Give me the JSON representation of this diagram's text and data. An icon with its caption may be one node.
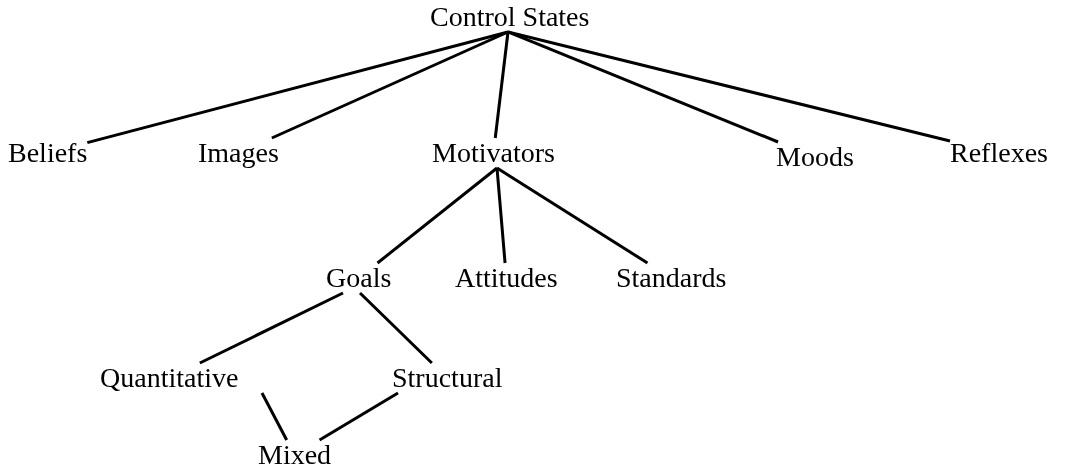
{
  "diagram": {
    "nodes": [
      {
        "text": [
          "Control States"
        ]
      },
      {
        "text": [
          "Beliefs"
        ]
      },
      {
        "text": [
          "Images"
        ]
      },
      {
        "text": [
          "Motivators"
        ]
      },
      {
        "text": [
          "Moods"
        ]
      },
      {
        "text": [
          "Reflexes"
        ]
      },
      {
        "text": [
          "Goals"
        ]
      },
      {
        "text": [
          "Attitudes"
        ]
      },
      {
        "text": [
          "Standards"
        ]
      },
      {
        "text": [
          "Quantitative"
        ]
      },
      {
        "text": [
          "Structural"
        ]
      },
      {
        "text": [
          "Mixed"
        ]
      }
    ],
    "edges": [
      {
        "from": 0,
        "to": 1,
        "arrow": "none"
      },
      {
        "from": 0,
        "to": 2,
        "arrow": "none"
      },
      {
        "from": 0,
        "to": 3,
        "arrow": "none"
      },
      {
        "from": 0,
        "to": 4,
        "arrow": "none"
      },
      {
        "from": 0,
        "to": 5,
        "arrow": "none"
      },
      {
        "from": 3,
        "to": 6,
        "arrow": "none"
      },
      {
        "from": 3,
        "to": 7,
        "arrow": "none"
      },
      {
        "from": 3,
        "to": 8,
        "arrow": "none"
      },
      {
        "from": 6,
        "to": 9,
        "arrow": "none"
      },
      {
        "from": 6,
        "to": 10,
        "arrow": "none"
      },
      {
        "from": 9,
        "to": 11,
        "arrow": "none"
      },
      {
        "from": 10,
        "to": 11,
        "arrow": "none"
      }
    ]
  }
}
